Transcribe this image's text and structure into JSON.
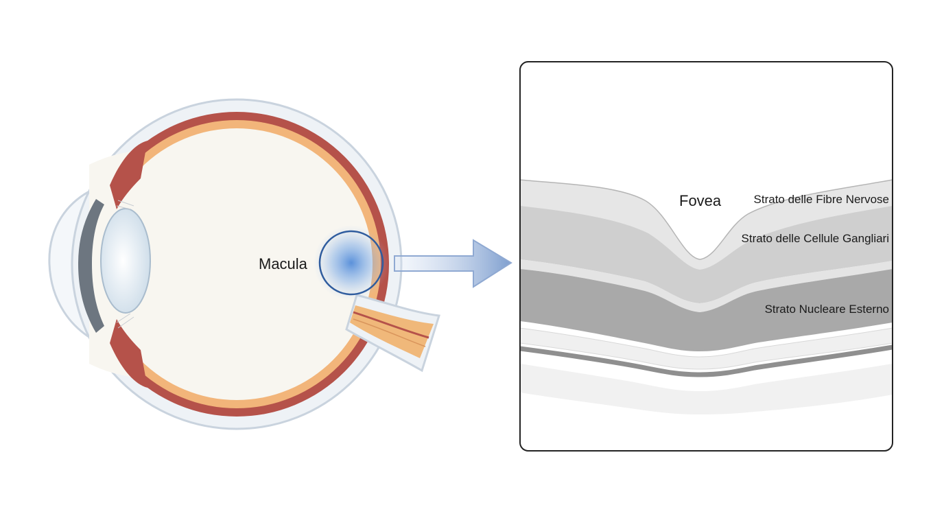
{
  "labels": {
    "macula": "Macula",
    "fovea": "Fovea",
    "nerve_fiber_layer": "Strato delle Fibre Nervose",
    "ganglion_cell_layer": "Strato delle Cellule Gangliari",
    "outer_nuclear_layer": "Strato Nucleare Esterno"
  },
  "colors": {
    "sclera_outline": "#c9d3de",
    "choroid": "#b5524a",
    "retina": "#f2b57a",
    "vitreous": "#f8f6f0",
    "lens": "#dfe9f2",
    "iris": "#6d7680",
    "highlight": "#3f7fd6",
    "optic_nerve": "#f0b87a"
  }
}
